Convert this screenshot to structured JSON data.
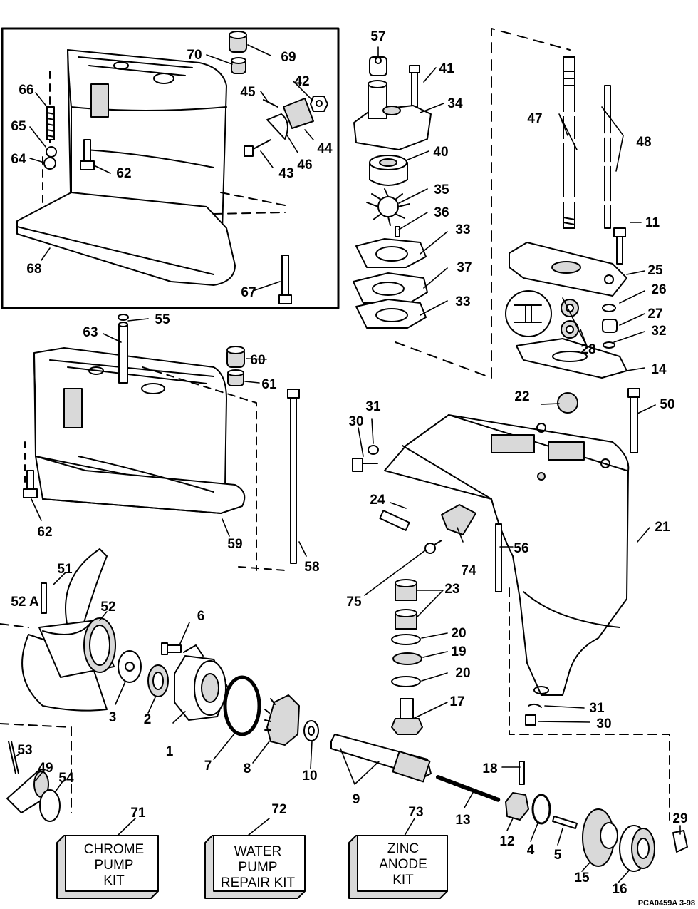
{
  "figure_code": "PCA0459A   3-98",
  "callouts": [
    "1",
    "2",
    "3",
    "4",
    "5",
    "6",
    "7",
    "8",
    "9",
    "10",
    "11",
    "12",
    "13",
    "14",
    "15",
    "16",
    "17",
    "18",
    "19",
    "20",
    "20",
    "21",
    "22",
    "23",
    "24",
    "25",
    "26",
    "27",
    "28",
    "29",
    "30",
    "30",
    "31",
    "31",
    "32",
    "33",
    "33",
    "34",
    "35",
    "36",
    "37",
    "40",
    "41",
    "42",
    "43",
    "44",
    "45",
    "46",
    "47",
    "48",
    "49",
    "50",
    "51",
    "52",
    "52 A",
    "53",
    "54",
    "55",
    "56",
    "57",
    "58",
    "59",
    "60",
    "61",
    "62",
    "62",
    "63",
    "64",
    "65",
    "66",
    "67",
    "68",
    "69",
    "70",
    "71",
    "72",
    "73",
    "74",
    "75"
  ],
  "kits": [
    {
      "number": "71",
      "lines": [
        "CHROME",
        "PUMP",
        "KIT"
      ]
    },
    {
      "number": "72",
      "lines": [
        "WATER",
        "PUMP",
        "REPAIR KIT"
      ]
    },
    {
      "number": "73",
      "lines": [
        "ZINC",
        "ANODE",
        "KIT"
      ]
    }
  ],
  "colors": {
    "ink": "#000000",
    "paper": "#ffffff",
    "shade": "#d9d9d9"
  }
}
